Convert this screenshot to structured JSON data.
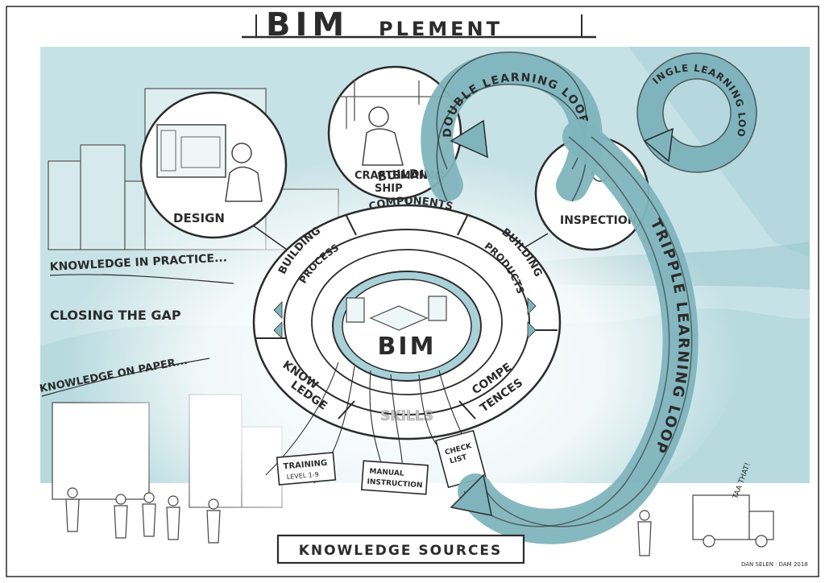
{
  "title": {
    "main": "BIM",
    "sub": "PLEMENT"
  },
  "scenes": {
    "design": "DESIGN",
    "craftsmanship_1": "CRAFTSMAN",
    "craftsmanship_2": "SHIP",
    "inspection": "INSPECTION"
  },
  "loops": {
    "double": "DOUBLE LEARNING LOOP",
    "single": "SINGLE LEARNING LOOP",
    "tripple": "TRIPPLE LEARNING LOOP"
  },
  "left_labels": {
    "practice": "KNOWLEDGE IN PRACTICE...",
    "gap": "CLOSING THE GAP",
    "paper": "KNOWLEDGE ON PAPER..."
  },
  "ring": {
    "center": "BIM",
    "building_process_1": "BUILDING",
    "building_process_2": "PROCESS",
    "building_components_1": "BUILDING",
    "building_components_2": "COMPONENTS",
    "building_products_1": "BUILDING",
    "building_products_2": "PRODUCTS",
    "knowledge_1": "KNOW",
    "knowledge_2": "LEDGE",
    "competences_1": "COMPE",
    "competences_2": "TENCES",
    "skills": "SKILLS"
  },
  "sources": {
    "training_1": "TRAINING",
    "training_2": "LEVEL 1-9",
    "manual_1": "MANUAL",
    "manual_2": "INSTRUCTION",
    "checklist_1": "CHECK",
    "checklist_2": "LIST",
    "footer": "KNOWLEDGE SOURCES"
  },
  "signature": "DAN SELEN · DAM 2018",
  "tadaa": "TAA THAT!",
  "colors": {
    "teal": "#a9d2d8",
    "teal_dark": "#7fb4bd",
    "ink": "#2b2b2b",
    "panel": "#c7e2e6"
  }
}
